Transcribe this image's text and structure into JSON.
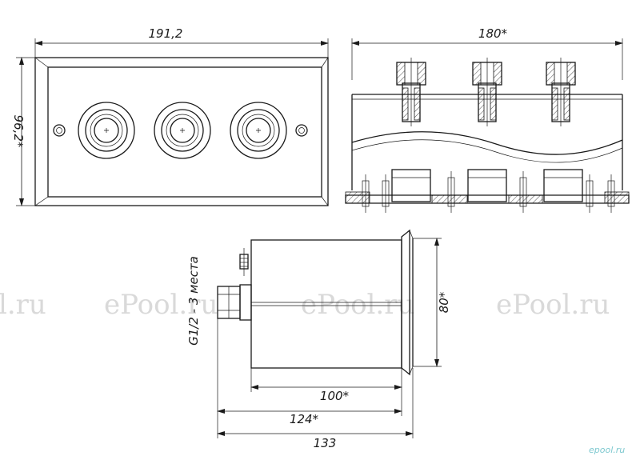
{
  "dimensions": {
    "front_width": "191,2",
    "front_height": "96,2*",
    "top_width": "180*",
    "side_height": "80*",
    "body_depth": "100*",
    "total_mid": "124*",
    "total_full": "133",
    "thread_note": "G1/2 - 3 места"
  },
  "watermark": {
    "text_left": "l.ru",
    "text_repeat": "ePool.ru"
  },
  "logo": {
    "text": "epool.ru"
  },
  "colors": {
    "line": "#1a1a1a",
    "watermark": "#d9d9d9",
    "logo": "#7fc9d0"
  }
}
